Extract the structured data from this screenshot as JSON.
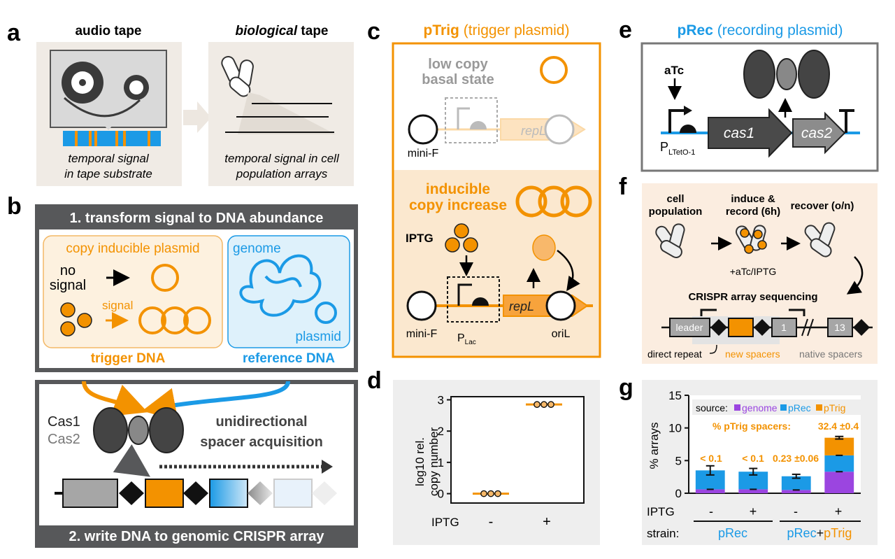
{
  "colors": {
    "orange": "#f39200",
    "blue": "#1b9ae6",
    "purple": "#9b45e0",
    "darkgray": "#57585a",
    "beige": "#f0ebe5",
    "lightorange": "#fbe8cf",
    "lightblue": "#daf0fb"
  },
  "panel_a": {
    "letter": "a",
    "audio_title": "audio tape",
    "bio_title_italic": "biological",
    "bio_title_rest": " tape",
    "audio_caption_1": "temporal signal",
    "audio_caption_2": "in tape substrate",
    "bio_caption_1": "temporal signal in cell",
    "bio_caption_2": "population arrays"
  },
  "panel_b": {
    "letter": "b",
    "header": "1. transform signal to DNA abundance",
    "copy_inducible": "copy inducible plasmid",
    "no_signal_1": "no",
    "no_signal_2": "signal",
    "signal": "signal",
    "trigger_dna": "trigger DNA",
    "genome": "genome",
    "plasmid": "plasmid",
    "reference_dna": "reference DNA",
    "cas1": "Cas1",
    "cas2": "Cas2",
    "acq_1": "unidirectional",
    "acq_2": "spacer acquisition",
    "footer": "2. write DNA to genomic CRISPR array"
  },
  "panel_c": {
    "letter": "c",
    "title_bold": "pTrig",
    "title_rest": " (trigger plasmid)",
    "basal_1": "low copy",
    "basal_2": "basal state",
    "repL_top": "repL",
    "minif_top": "mini-F",
    "inducible_1": "inducible",
    "inducible_2": "copy increase",
    "iptg": "IPTG",
    "repL_bottom": "repL",
    "minif_bottom": "mini-F",
    "plac_main": "P",
    "plac_sub": "Lac",
    "oril": "oriL"
  },
  "panel_d": {
    "letter": "d",
    "ylabel_1": "log10 rel.",
    "ylabel_2": "copy number",
    "yticks": [
      "0",
      "1",
      "2",
      "3"
    ],
    "iptg_label": "IPTG",
    "x_minus": "-",
    "x_plus": "+"
  },
  "panel_e": {
    "letter": "e",
    "title_bold": "pRec",
    "title_rest": " (recording plasmid)",
    "atc": "aTc",
    "cas1": "cas1",
    "cas2": "cas2",
    "promoter_main": "P",
    "promoter_sub": "LTetO-1"
  },
  "panel_f": {
    "letter": "f",
    "cell_pop_1": "cell",
    "cell_pop_2": "population",
    "induce_1": "induce &",
    "induce_2": "record (6h)",
    "recover": "recover (o/n)",
    "atc_iptg": "+aTc/IPTG",
    "crispr_seq": "CRISPR array sequencing",
    "leader": "leader",
    "spacer_1": "1",
    "spacer_13": "13",
    "direct_repeat": "direct repeat",
    "new_spacers": "new spacers",
    "native_spacers": "native spacers"
  },
  "panel_g": {
    "letter": "g",
    "ylabel": "% arrays",
    "yticks": [
      "0",
      "5",
      "10",
      "15"
    ],
    "legend_source": "source:",
    "legend_genome": "genome",
    "legend_prec": "pRec",
    "legend_ptrig": "pTrig",
    "ptrig_spacers_title": "% pTrig spacers:",
    "annotations": [
      "< 0.1",
      "< 0.1",
      "0.23 ±0.06",
      "32.4 ±0.4"
    ],
    "iptg_label": "IPTG",
    "iptg_values": [
      "-",
      "+",
      "-",
      "+"
    ],
    "strain_label": "strain:",
    "strain_1": "pRec",
    "strain_2_a": "pRec",
    "strain_2_plus": "+",
    "strain_2_b": "pTrig"
  },
  "chart_data": [
    {
      "panel": "d",
      "type": "scatter",
      "categories": [
        "-",
        "+"
      ],
      "series": [
        {
          "values": [
            [
              0.0,
              0.0,
              0.0
            ],
            [
              2.85,
              2.85,
              2.85
            ]
          ]
        }
      ],
      "xlabel": "IPTG",
      "ylabel": "log10 rel. copy number",
      "ylim": [
        -0.3,
        3.1
      ]
    },
    {
      "panel": "g",
      "type": "bar",
      "categories": [
        "-",
        "+",
        "-",
        "+"
      ],
      "series": [
        {
          "name": "genome",
          "values": [
            0.6,
            0.6,
            0.5,
            3.3
          ]
        },
        {
          "name": "pRec",
          "values": [
            2.9,
            2.7,
            2.1,
            2.5
          ]
        },
        {
          "name": "pTrig",
          "values": [
            0.0,
            0.0,
            0.0,
            2.7
          ]
        }
      ],
      "errors_top": [
        0.7,
        0.5,
        0.3,
        0.2
      ],
      "ylabel": "% arrays",
      "ylim": [
        0,
        15
      ]
    }
  ]
}
